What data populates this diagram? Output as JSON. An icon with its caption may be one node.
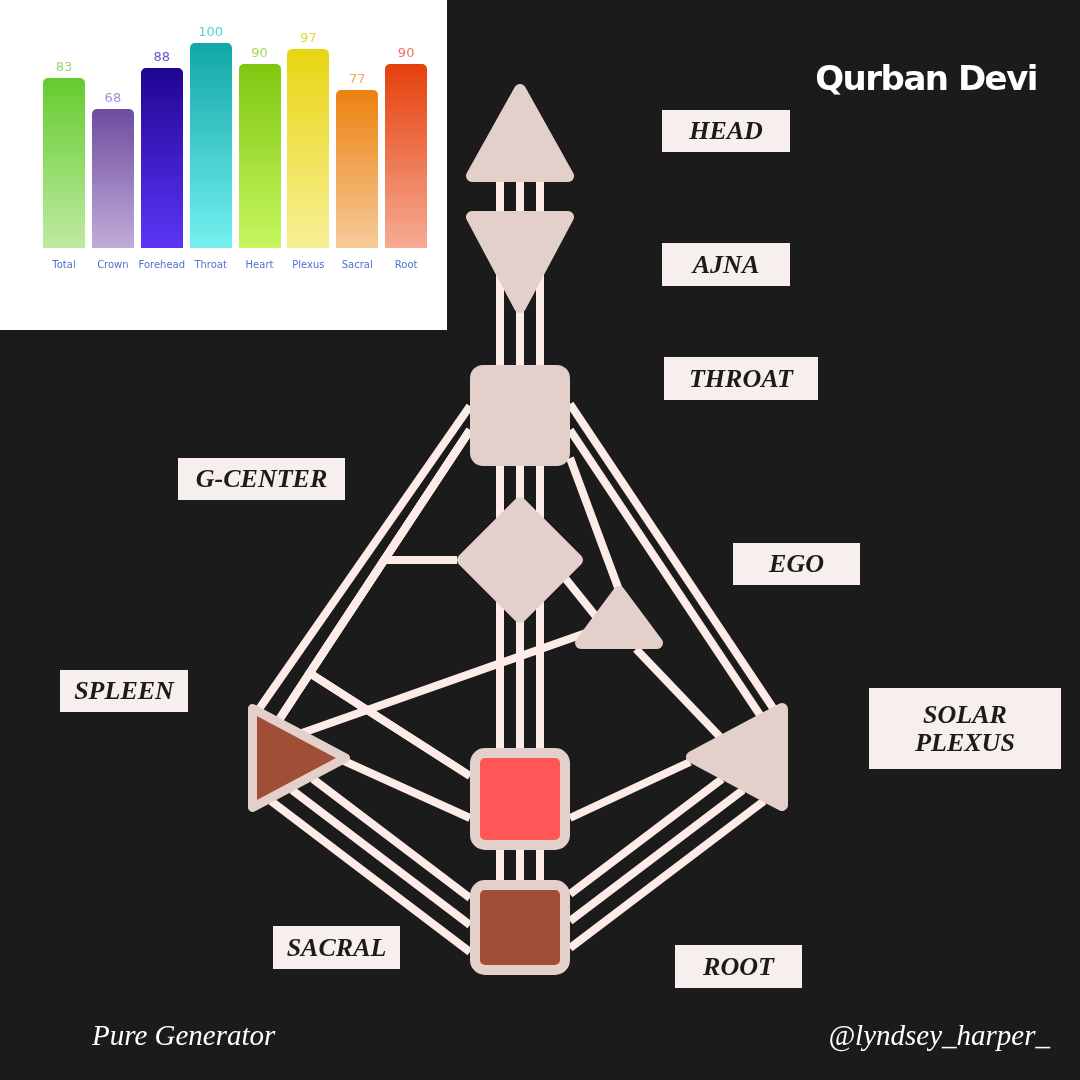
{
  "diagram": {
    "title": "Qurban Devi",
    "nodes": [
      {
        "text": [],
        "shape": "triangle"
      },
      {
        "text": [],
        "shape": "triangle"
      },
      {
        "text": [],
        "shape": "box"
      },
      {
        "text": [],
        "shape": "diamond"
      },
      {
        "text": [],
        "shape": "triangle"
      },
      {
        "text": [],
        "shape": "triangle"
      },
      {
        "text": [],
        "shape": "triangle"
      },
      {
        "text": [],
        "shape": "box"
      },
      {
        "text": [],
        "shape": "box"
      }
    ],
    "edges": [
      {
        "from": 0,
        "to": 1,
        "arrow": "none"
      },
      {
        "from": 0,
        "to": 1,
        "arrow": "none"
      },
      {
        "from": 0,
        "to": 1,
        "arrow": "none"
      },
      {
        "from": 1,
        "to": 2,
        "arrow": "none"
      },
      {
        "from": 1,
        "to": 2,
        "arrow": "none"
      },
      {
        "from": 1,
        "to": 2,
        "arrow": "none"
      },
      {
        "from": 2,
        "to": 3,
        "arrow": "none"
      },
      {
        "from": 2,
        "to": 3,
        "arrow": "none"
      },
      {
        "from": 2,
        "to": 3,
        "arrow": "none"
      },
      {
        "from": 3,
        "to": 7,
        "arrow": "none"
      },
      {
        "from": 3,
        "to": 7,
        "arrow": "none"
      },
      {
        "from": 3,
        "to": 7,
        "arrow": "none"
      },
      {
        "from": 7,
        "to": 8,
        "arrow": "none"
      },
      {
        "from": 7,
        "to": 8,
        "arrow": "none"
      },
      {
        "from": 7,
        "to": 8,
        "arrow": "none"
      },
      {
        "from": 2,
        "to": 5,
        "arrow": "none"
      },
      {
        "from": 2,
        "to": 5,
        "arrow": "none"
      },
      {
        "from": 3,
        "to": 2,
        "arrow": "none"
      },
      {
        "from": 3,
        "to": 5,
        "arrow": "none"
      },
      {
        "from": 7,
        "to": 2,
        "arrow": "none"
      },
      {
        "from": 7,
        "to": 5,
        "arrow": "none"
      },
      {
        "from": 2,
        "to": 4,
        "arrow": "none"
      },
      {
        "from": 3,
        "to": 4,
        "arrow": "none"
      },
      {
        "from": 4,
        "to": 6,
        "arrow": "none"
      },
      {
        "from": 4,
        "to": 5,
        "arrow": "none"
      },
      {
        "from": 5,
        "to": 7,
        "arrow": "none"
      },
      {
        "from": 5,
        "to": 8,
        "arrow": "none"
      },
      {
        "from": 5,
        "to": 8,
        "arrow": "none"
      },
      {
        "from": 5,
        "to": 8,
        "arrow": "none"
      },
      {
        "from": 2,
        "to": 6,
        "arrow": "none"
      },
      {
        "from": 2,
        "to": 6,
        "arrow": "none"
      },
      {
        "from": 6,
        "to": 7,
        "arrow": "none"
      },
      {
        "from": 6,
        "to": 8,
        "arrow": "none"
      },
      {
        "from": 6,
        "to": 8,
        "arrow": "none"
      },
      {
        "from": 6,
        "to": 8,
        "arrow": "none"
      }
    ],
    "labels": [
      "HEAD",
      "AJNA",
      "THROAT",
      "G-CENTER",
      "EGO",
      "SPLEEN",
      "SOLAR PLEXUS",
      "SACRAL",
      "ROOT",
      "Pure Generator",
      "@lyndsey_harper_"
    ],
    "chart_data": {
      "type": "bar",
      "categories": [
        "Total",
        "Crown",
        "Forehead",
        "Throat",
        "Heart",
        "Plexus",
        "Sacral",
        "Root"
      ],
      "values": [
        83,
        68,
        88,
        100,
        90,
        97,
        77,
        90
      ],
      "data_labels": true
    }
  }
}
